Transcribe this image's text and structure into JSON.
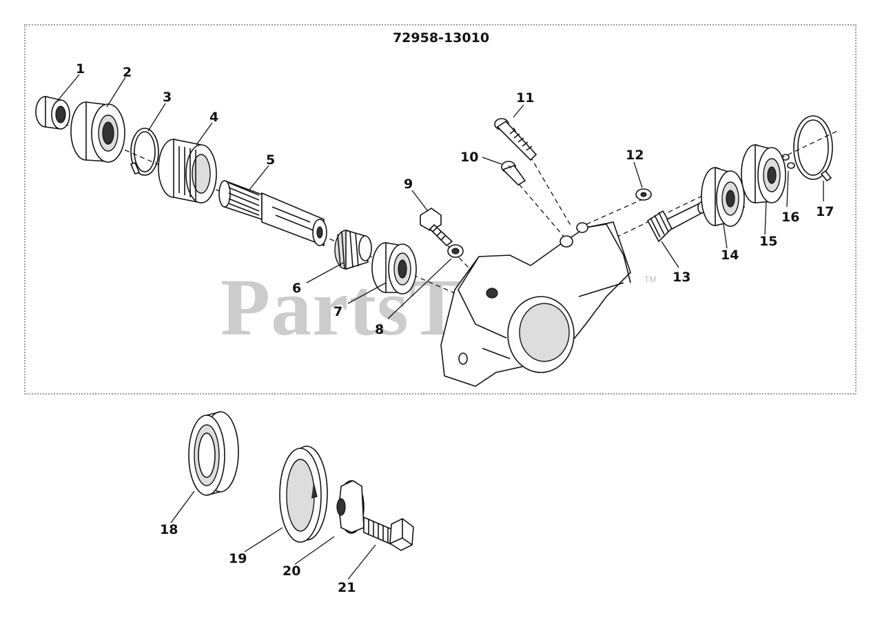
{
  "diagram": {
    "title": "72958-13010",
    "watermark": "PartsTree",
    "watermark_mark": "TM",
    "callouts": [
      "1",
      "2",
      "3",
      "4",
      "5",
      "6",
      "7",
      "8",
      "9",
      "10",
      "11",
      "12",
      "13",
      "14",
      "15",
      "16",
      "17",
      "18",
      "19",
      "20",
      "21"
    ]
  }
}
